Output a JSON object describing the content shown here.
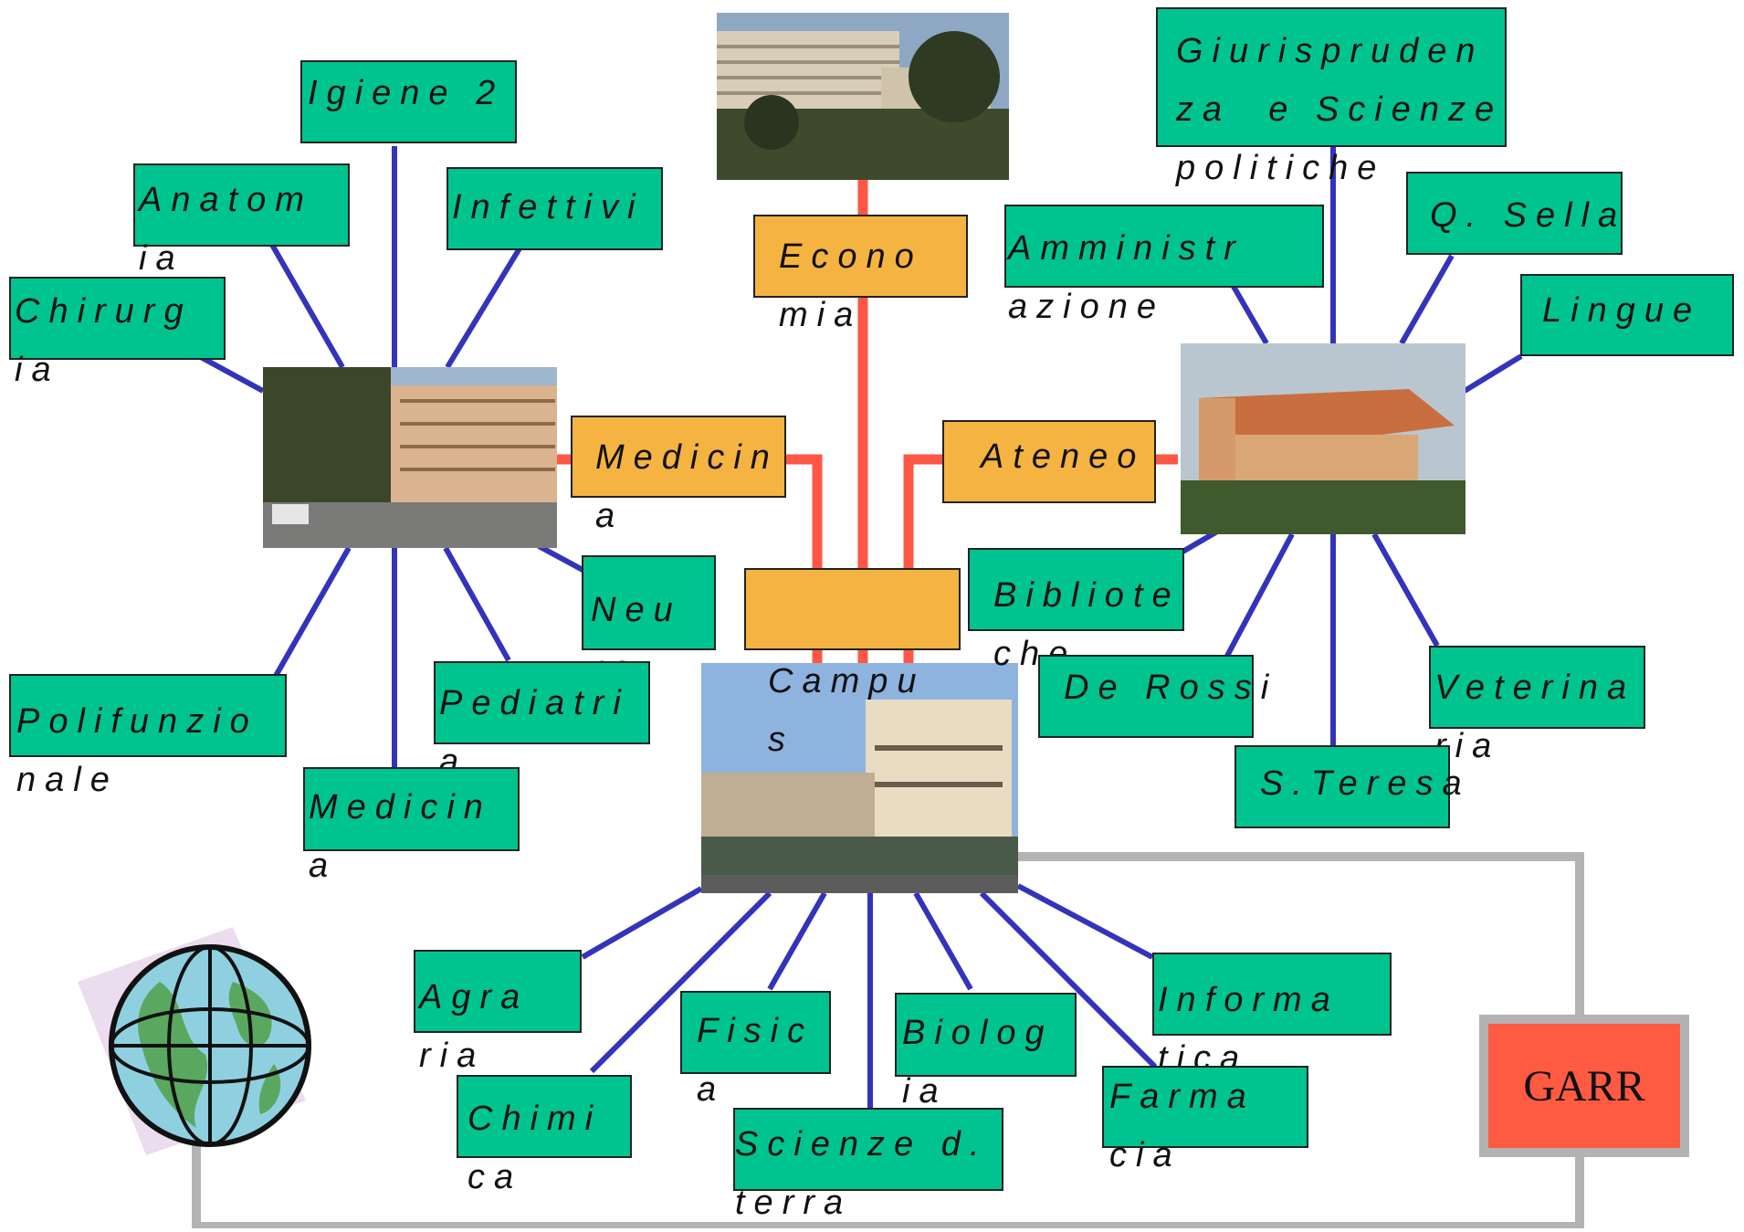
{
  "colors": {
    "faculty_box": "#00c48f",
    "hub_box": "#f5b342",
    "campus_link": "#ff5745",
    "department_link": "#3333bb",
    "garr_link": "#b3b3b3",
    "garr_box": "#ff5a42"
  },
  "hubs": {
    "economia": "Econo\nmia",
    "medicina": "Medicin\na",
    "ateneo": "Ateneo",
    "campus": "Campu\ns"
  },
  "medicine_cluster": {
    "igiene": "Igiene 2",
    "anatomia": "Anatom\nia",
    "infettivi": "Infettivi",
    "chirurgia": "Chirurg\nia",
    "neuro": "Neu\nro",
    "polifunzionale": "Polifunzio\nnale",
    "pediatria": "Pediatri\na",
    "medicina": "Medicin\na"
  },
  "ateneo_cluster": {
    "giurisprudenza": "Giurispruden\nza  e Scienze\npolitiche",
    "amministrazione": "Amministr\nazione",
    "sella": "Q. Sella",
    "lingue": "Lingue",
    "biblioteche": "Bibliote\nche",
    "de_rossi": "De Rossi",
    "veterinaria": "Veterina\nria",
    "teresa": "S.Teresa"
  },
  "campus_cluster": {
    "agraria": "Agra\nria",
    "fisica": "Fisic\na",
    "biologia": "Biolog\nia",
    "informatica": "Informa\ntica",
    "chimica": "Chimi\nca",
    "scienze_terra": "Scienze d.\nterra",
    "farmacia": "Farma\ncia"
  },
  "network": {
    "garr": "GARR"
  },
  "icons": {
    "globe": "globe-icon",
    "photos": [
      "campus-photo",
      "medicine-photo",
      "ateneo-photo",
      "economia-photo"
    ]
  }
}
